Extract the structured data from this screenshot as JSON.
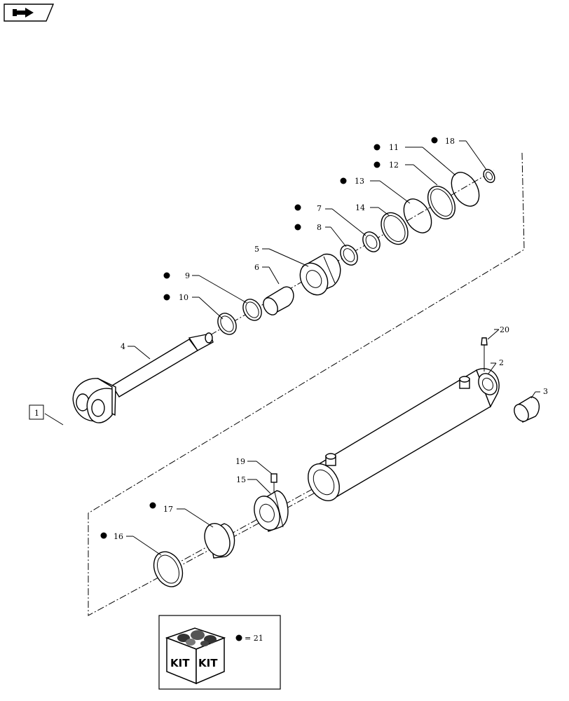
{
  "nav": {
    "icon": "back-arrow-icon"
  },
  "reference_box": {
    "label": "1"
  },
  "callouts": [
    {
      "id": "c2",
      "label": "2"
    },
    {
      "id": "c3",
      "label": "3"
    },
    {
      "id": "c4",
      "label": "4"
    },
    {
      "id": "c5",
      "label": "5"
    },
    {
      "id": "c6",
      "label": "6"
    },
    {
      "id": "c7",
      "label": "7"
    },
    {
      "id": "c8",
      "label": "8"
    },
    {
      "id": "c9",
      "label": "9"
    },
    {
      "id": "c10",
      "label": "10"
    },
    {
      "id": "c11",
      "label": "11"
    },
    {
      "id": "c12",
      "label": "12"
    },
    {
      "id": "c13",
      "label": "13"
    },
    {
      "id": "c14",
      "label": "14"
    },
    {
      "id": "c15",
      "label": "15"
    },
    {
      "id": "c16",
      "label": "16"
    },
    {
      "id": "c17",
      "label": "17"
    },
    {
      "id": "c18",
      "label": "18"
    },
    {
      "id": "c19",
      "label": "19"
    },
    {
      "id": "c20",
      "label": "20"
    }
  ],
  "kit": {
    "icon": "kit-box-icon",
    "box_text_left": "KIT",
    "box_text_right": "KIT",
    "equals": "= 21"
  }
}
